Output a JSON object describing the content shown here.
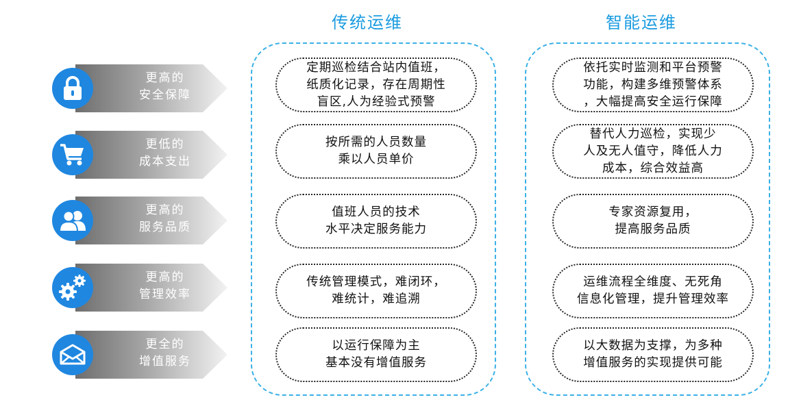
{
  "columns": {
    "traditional": "传统运维",
    "smart": "智能运维"
  },
  "rows": [
    {
      "icon": "lock-icon",
      "label_line1": "更高的",
      "label_line2": "安全保障",
      "traditional": [
        "定期巡检结合站内值班，",
        "纸质化记录，存在周期性",
        "盲区,人为经验式预警"
      ],
      "smart": [
        "依托实时监测和平台预警",
        "功能，构建多维预警体系",
        "，大幅提高安全运行保障"
      ]
    },
    {
      "icon": "shopping-cart-icon",
      "label_line1": "更低的",
      "label_line2": "成本支出",
      "traditional": [
        "按所需的人员数量",
        "乘以人员单价"
      ],
      "smart": [
        "替代人力巡检，实现少",
        "人及无人值守，降低人力",
        "成本，综合效益高"
      ]
    },
    {
      "icon": "users-icon",
      "label_line1": "更高的",
      "label_line2": "服务品质",
      "traditional": [
        "值班人员的技术",
        "水平决定服务能力"
      ],
      "smart": [
        "专家资源复用，",
        "提高服务品质"
      ]
    },
    {
      "icon": "gears-icon",
      "label_line1": "更高的",
      "label_line2": "管理效率",
      "traditional": [
        "传统管理模式，难闭环，",
        "难统计，难追溯"
      ],
      "smart": [
        "运维流程全维度、无死角",
        "信息化管理，提升管理效率"
      ]
    },
    {
      "icon": "envelope-icon",
      "label_line1": "更全的",
      "label_line2": "增值服务",
      "traditional": [
        "以运行保障为主",
        "基本没有增值服务"
      ],
      "smart": [
        "以大数据为支撑，为多种",
        "增值服务的实现提供可能"
      ]
    }
  ],
  "colors": {
    "title": "#1a9be0",
    "circle": "#1f87e0",
    "panel_border": "#3ab0e6",
    "arrow_dark": "#6e6e6e",
    "arrow_light": "#f2f2f2"
  }
}
